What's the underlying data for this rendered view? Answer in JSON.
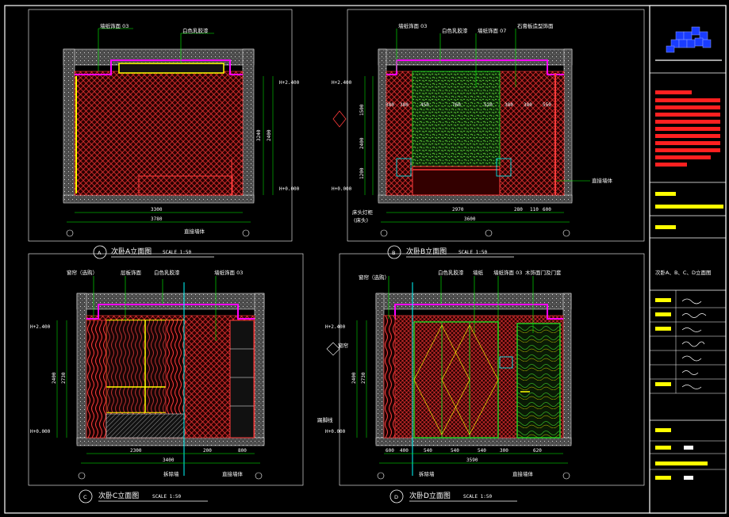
{
  "sheet": {
    "colors": {
      "background": "#000000",
      "frame": "#ffffff",
      "hatch": "#ff3b3b",
      "accent_yellow": "#ffff00",
      "accent_magenta": "#ff00ff",
      "accent_green": "#22cc22",
      "accent_cyan": "#00ffff",
      "wall": "#bbbbbb"
    }
  },
  "panel_a": {
    "title": "次卧A立面图",
    "scale": "SCALE 1:50",
    "callout": "A",
    "leaders": [
      "墙纸饰面 03",
      "白色乳胶漆"
    ],
    "levels": [
      "H+2.400",
      "H+0.000"
    ],
    "dims_v": [
      "3240",
      "2400"
    ],
    "dims_h": [
      "3300",
      "3780"
    ],
    "note": "直接墙体"
  },
  "panel_b": {
    "title": "次卧B立面图",
    "scale": "SCALE 1:50",
    "callout": "B",
    "leaders": [
      "墙纸饰面 03",
      "白色乳胶漆",
      "墙纸饰面 07",
      "石膏板造型饰面"
    ],
    "levels": [
      "H+2.400",
      "H+0.000"
    ],
    "dims_v": [
      "1500",
      "2400",
      "1200"
    ],
    "dims_row1": [
      "380",
      "380",
      "450",
      "760",
      "520",
      "380",
      "380",
      "550"
    ],
    "dims_h": [
      "2970",
      "3600",
      "280",
      "110",
      "600"
    ],
    "side_notes": [
      "床头灯柜",
      "(床头)"
    ],
    "note": "直接墙体"
  },
  "panel_c": {
    "title": "次卧C立面图",
    "scale": "SCALE 1:50",
    "callout": "C",
    "leaders": [
      "窗帘（选购）",
      "层板饰面",
      "白色乳胶漆",
      "墙纸饰面 03"
    ],
    "levels": [
      "H+2.400",
      "H+0.000"
    ],
    "dims_v": [
      "2400",
      "2730"
    ],
    "dims_h": [
      "2300",
      "3400",
      "200",
      "800"
    ],
    "notes": [
      "拆除墙",
      "直接墙体"
    ]
  },
  "panel_d": {
    "title": "次卧D立面图",
    "scale": "SCALE 1:50",
    "callout": "D",
    "leaders": [
      "窗帘（选购）",
      "白色乳胶漆",
      "墙纸",
      "墙纸饰面 03",
      "木饰面门及门套"
    ],
    "levels": [
      "H+2.400",
      "H+0.000"
    ],
    "dims_v": [
      "2400",
      "2730"
    ],
    "dims_h": [
      "600",
      "400",
      "540",
      "540",
      "540",
      "300",
      "620",
      "3590"
    ],
    "notes": [
      "窗帘",
      "踢脚线",
      "拆除墙",
      "直接墙体"
    ]
  },
  "titleblock": {
    "drawing_title": "次卧A、B、C、D立面图"
  }
}
